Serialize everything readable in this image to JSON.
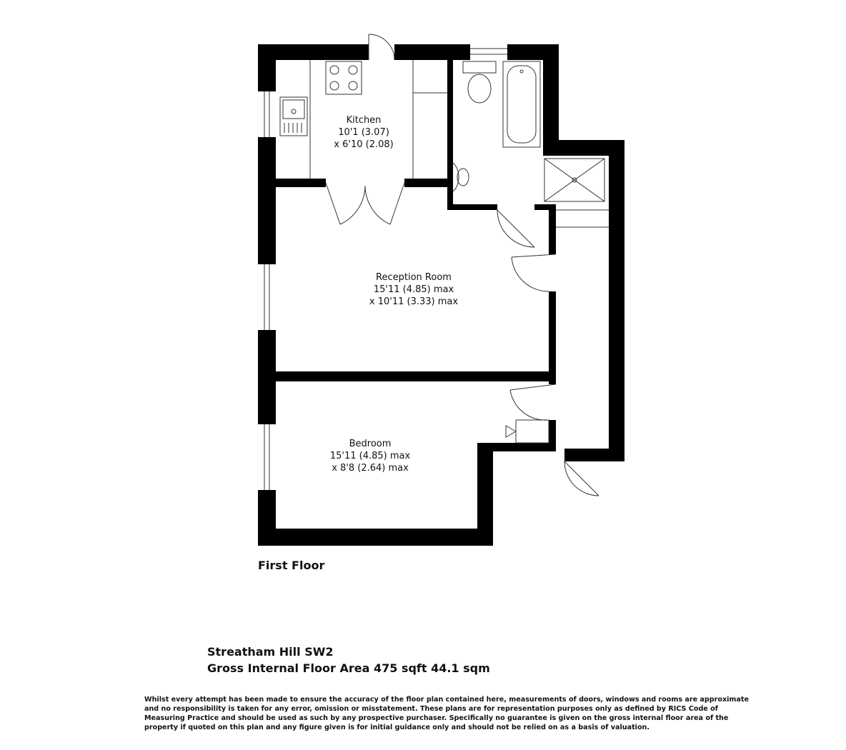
{
  "rooms": {
    "kitchen": {
      "name": "Kitchen",
      "dim1": "10'1 (3.07)",
      "dim2": "x 6'10 (2.08)"
    },
    "reception": {
      "name": "Reception Room",
      "dim1": "15'11 (4.85) max",
      "dim2": "x 10'11 (3.33) max"
    },
    "bedroom": {
      "name": "Bedroom",
      "dim1": "15'11 (4.85) max",
      "dim2": "x 8'8 (2.64) max"
    }
  },
  "floor_label": "First Floor",
  "address": {
    "line1": "Streatham Hill  SW2",
    "line2": "Gross Internal Floor Area 475 sqft 44.1 sqm"
  },
  "disclaimer": "Whilst every attempt has been made to ensure the accuracy of the floor plan contained here, measurements of doors, windows and rooms are approximate and no responsibility is taken for any error, omission or misstatement.  These plans are for representation purposes only as defined by RICS Code of Measuring Practice and should be used as such by any prospective purchaser.  Specifically no guarantee is given on the gross internal floor area of the property if quoted on this plan and any figure given is for initial guidance only and should not be relied on as a basis of valuation.",
  "colors": {
    "wall": "#000000",
    "fixture_line": "#333333",
    "background": "#ffffff"
  }
}
